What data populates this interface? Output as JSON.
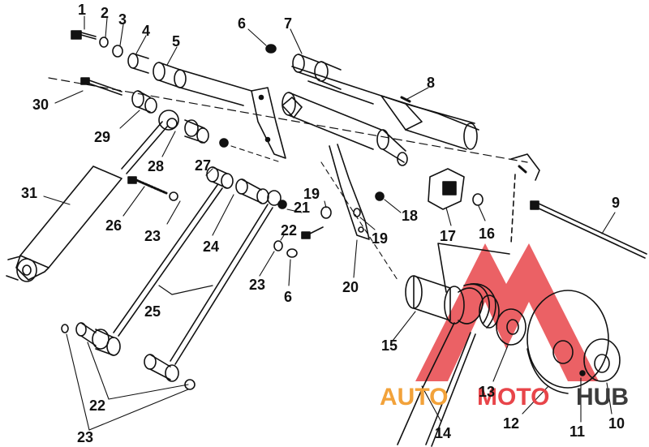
{
  "diagram": {
    "callouts": [
      {
        "id": "c1",
        "text": "1"
      },
      {
        "id": "c2",
        "text": "2"
      },
      {
        "id": "c3",
        "text": "3"
      },
      {
        "id": "c4",
        "text": "4"
      },
      {
        "id": "c5",
        "text": "5"
      },
      {
        "id": "c6a",
        "text": "6"
      },
      {
        "id": "c7",
        "text": "7"
      },
      {
        "id": "c8",
        "text": "8"
      },
      {
        "id": "c30",
        "text": "30"
      },
      {
        "id": "c29",
        "text": "29"
      },
      {
        "id": "c28",
        "text": "28"
      },
      {
        "id": "c27",
        "text": "27"
      },
      {
        "id": "c31",
        "text": "31"
      },
      {
        "id": "c26",
        "text": "26"
      },
      {
        "id": "c23a",
        "text": "23"
      },
      {
        "id": "c24",
        "text": "24"
      },
      {
        "id": "c19a",
        "text": "19"
      },
      {
        "id": "c21",
        "text": "21"
      },
      {
        "id": "c22a",
        "text": "22"
      },
      {
        "id": "c19b",
        "text": "19"
      },
      {
        "id": "c18",
        "text": "18"
      },
      {
        "id": "c17",
        "text": "17"
      },
      {
        "id": "c16",
        "text": "16"
      },
      {
        "id": "c9",
        "text": "9"
      },
      {
        "id": "c23b",
        "text": "23"
      },
      {
        "id": "c6b",
        "text": "6"
      },
      {
        "id": "c20",
        "text": "20"
      },
      {
        "id": "c25",
        "text": "25"
      },
      {
        "id": "c15",
        "text": "15"
      },
      {
        "id": "c13",
        "text": "13"
      },
      {
        "id": "c22b",
        "text": "22"
      },
      {
        "id": "c23c",
        "text": "23"
      },
      {
        "id": "c14",
        "text": "14"
      },
      {
        "id": "c12",
        "text": "12"
      },
      {
        "id": "c11",
        "text": "11"
      },
      {
        "id": "c10",
        "text": "10"
      }
    ]
  },
  "watermark": {
    "part1": "AUTO",
    "part2": "MOTO",
    "part3": "HUB",
    "color_orange": "#f2a23a",
    "color_red": "#e8454a",
    "color_dark": "#3b3b3b"
  }
}
